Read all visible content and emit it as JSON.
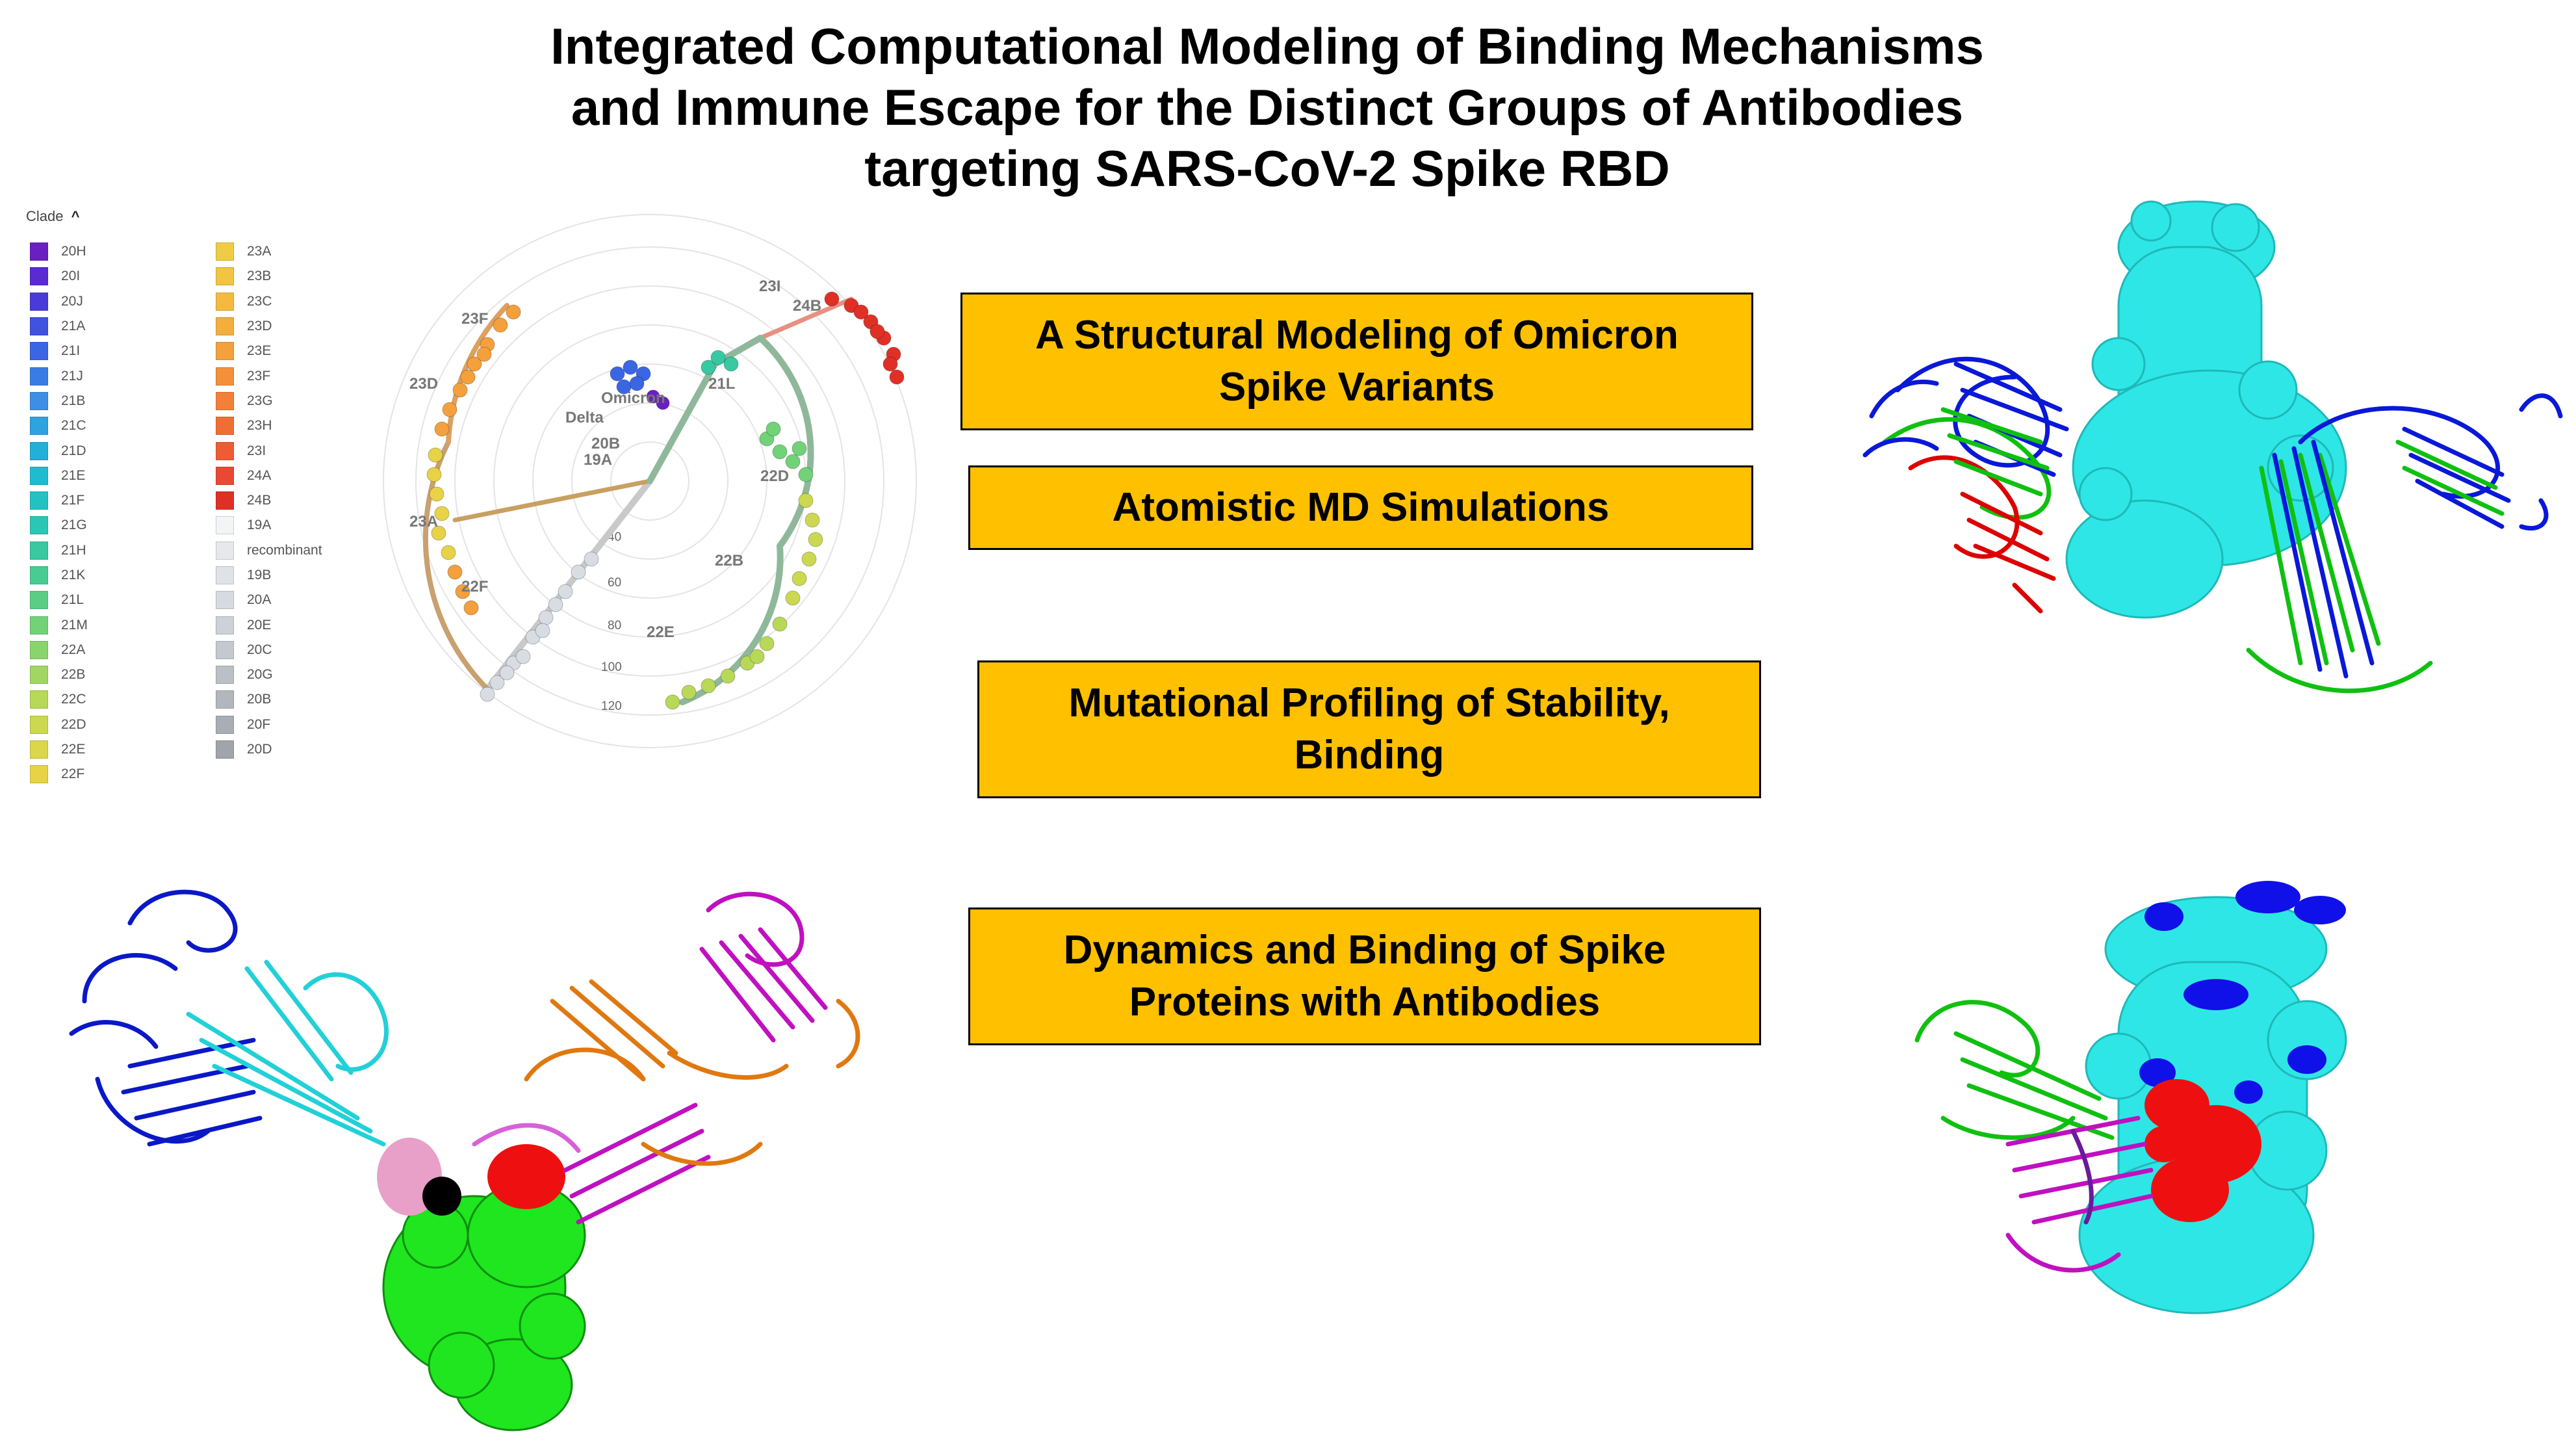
{
  "title": {
    "line1": "Integrated Computational  Modeling of Binding Mechanisms",
    "line2": "and Immune Escape for   the Distinct Groups of Antibodies",
    "line3": "targeting SARS-CoV-2 Spike RBD"
  },
  "boxes": [
    {
      "line1": "A Structural Modeling of Omicron",
      "line2": "Spike Variants"
    },
    {
      "line1": "Atomistic MD Simulations",
      "line2": ""
    },
    {
      "line1": "Mutational Profiling of  Stability,",
      "line2": "Binding"
    },
    {
      "line1": "Dynamics and Binding of Spike",
      "line2": "Proteins with Antibodies"
    }
  ],
  "legend": {
    "title": "Clade",
    "caret": "^",
    "col1": [
      {
        "label": "20H",
        "color": "#6a1fc2"
      },
      {
        "label": "20I",
        "color": "#5a2bd0"
      },
      {
        "label": "20J",
        "color": "#4a3ad8"
      },
      {
        "label": "21A",
        "color": "#3f52e0"
      },
      {
        "label": "21I",
        "color": "#3a66e4"
      },
      {
        "label": "21J",
        "color": "#3a7ce6"
      },
      {
        "label": "21B",
        "color": "#3c8fe4"
      },
      {
        "label": "21C",
        "color": "#2fa2e0"
      },
      {
        "label": "21D",
        "color": "#22b0d8"
      },
      {
        "label": "21E",
        "color": "#1ebcd0"
      },
      {
        "label": "21F",
        "color": "#22c2c4"
      },
      {
        "label": "21G",
        "color": "#2cc6b4"
      },
      {
        "label": "21H",
        "color": "#38c8a2"
      },
      {
        "label": "21K",
        "color": "#48cc92"
      },
      {
        "label": "21L",
        "color": "#5cce84"
      },
      {
        "label": "21M",
        "color": "#72d278"
      },
      {
        "label": "22A",
        "color": "#8ad46c"
      },
      {
        "label": "22B",
        "color": "#a2d662"
      },
      {
        "label": "22C",
        "color": "#b8d858"
      },
      {
        "label": "22D",
        "color": "#ccd850"
      },
      {
        "label": "22E",
        "color": "#dcd64a"
      },
      {
        "label": "22F",
        "color": "#e8d246"
      }
    ],
    "col2": [
      {
        "label": "23A",
        "color": "#efcc44"
      },
      {
        "label": "23B",
        "color": "#f2c442"
      },
      {
        "label": "23C",
        "color": "#f4ba40"
      },
      {
        "label": "23D",
        "color": "#f4ae3e"
      },
      {
        "label": "23E",
        "color": "#f4a03c"
      },
      {
        "label": "23F",
        "color": "#f4903a"
      },
      {
        "label": "23G",
        "color": "#f28038"
      },
      {
        "label": "23H",
        "color": "#f06e36"
      },
      {
        "label": "23I",
        "color": "#ee5c34"
      },
      {
        "label": "24A",
        "color": "#ea4832"
      },
      {
        "label": "24B",
        "color": "#e03026"
      },
      {
        "label": "19A",
        "color": "#f2f4f6"
      },
      {
        "label": "recombinant",
        "color": "#e6e8ec"
      },
      {
        "label": "19B",
        "color": "#dfe3e8"
      },
      {
        "label": "20A",
        "color": "#d6dbe1"
      },
      {
        "label": "20E",
        "color": "#cdd2d8"
      },
      {
        "label": "20C",
        "color": "#c4c9d0"
      },
      {
        "label": "20G",
        "color": "#bbc0c7"
      },
      {
        "label": "20B",
        "color": "#b2b7be"
      },
      {
        "label": "20F",
        "color": "#a9aeb5"
      },
      {
        "label": "20D",
        "color": "#a0a5ac"
      }
    ]
  },
  "radial": {
    "clade_labels": [
      "23I",
      "24B",
      "23F",
      "23D",
      "23A",
      "22F",
      "22E",
      "22B",
      "22D",
      "21L",
      "Delta",
      "19A",
      "20B",
      "Omicron"
    ],
    "distance_ticks": [
      "40",
      "60",
      "80",
      "100",
      "120"
    ]
  }
}
